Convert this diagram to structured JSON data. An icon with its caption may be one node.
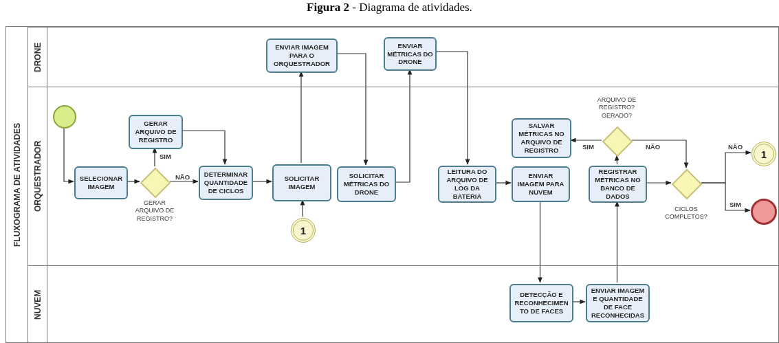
{
  "diagram": {
    "title": "**Figura 2** - Diagrama de atividades.",
    "nodes": [
      {
        "text": [
          "FLUXOGRAMA DE ATIVIDADES"
        ]
      },
      {
        "text": [
          "DRONE"
        ],
        "in": 0
      },
      {
        "text": [
          "ENVIAR IMAGEM PARA O ORQUESTRADOR"
        ],
        "in": 1
      },
      {
        "text": [
          "ENVIAR MÉTRICAS DO DRONE"
        ],
        "in": 1
      },
      {
        "text": [
          "ORQUESTRADOR"
        ],
        "in": 0
      },
      {
        "text": [],
        "shape": "circle",
        "in": 4
      },
      {
        "text": [
          "GERAR ARQUIVO DE REGISTRO"
        ],
        "in": 4
      },
      {
        "text": [
          "SELECIONAR IMAGEM"
        ],
        "in": 4
      },
      {
        "text": [
          "GERAR ARQUIVO DE REGISTRO?"
        ],
        "in": 4
      },
      {
        "text": [
          "DETERMINAR QUANTIDADE DE CICLOS"
        ],
        "in": 4
      },
      {
        "text": [
          "SOLICITAR IMAGEM"
        ],
        "in": 4
      },
      {
        "text": [
          "1"
        ],
        "in": 4
      },
      {
        "text": [
          "SOLICITAR MÉTRICAS DO DRONE"
        ],
        "in": 4
      },
      {
        "text": [
          "LEITURA DO ARQUIVO DE LOG DA BATERIA"
        ],
        "in": 4
      },
      {
        "text": [
          "ENVIAR IMAGEM PARA NUVEM"
        ],
        "in": 4
      },
      {
        "text": [
          "SALVAR MÉTRICAS NO ARQUIVO DE REGISTRO"
        ],
        "in": 4
      },
      {
        "text": [
          "ARQUIVO DE REGISTRO? GERADO?"
        ],
        "in": 4
      },
      {
        "text": [
          "REGISTRAR MÉTRICAS NO BANCO DE DADOS"
        ],
        "in": 4
      },
      {
        "text": [
          "CICLOS COMPLETOS?"
        ],
        "in": 4
      },
      {
        "text": [
          "1"
        ],
        "in": 4
      },
      {
        "text": [],
        "shape": "circle",
        "in": 4
      },
      {
        "text": [
          "NUVEM"
        ],
        "in": 0
      },
      {
        "text": [
          "DETECÇÃO E RECONHECIMEN TO DE FACES"
        ],
        "in": 21
      },
      {
        "text": [
          "ENVIAR IMAGEM E QUANTIDADE DE FACE RECONHECIDAS"
        ],
        "in": 21
      }
    ],
    "edges": [
      {
        "from": 5,
        "to": 7,
        "arrow": "to"
      },
      {
        "from": 7,
        "to": 8,
        "arrow": "to"
      },
      {
        "from": 8,
        "to": 6,
        "arrow": "to",
        "label": "SIM"
      },
      {
        "from": 8,
        "to": 9,
        "arrow": "to",
        "label": "NÃO"
      },
      {
        "from": 6,
        "to": 9,
        "arrow": "to"
      },
      {
        "from": 9,
        "to": 10,
        "arrow": "to"
      },
      {
        "from": 11,
        "to": 10,
        "arrow": "to"
      },
      {
        "from": 10,
        "to": 2,
        "arrow": "to"
      },
      {
        "from": 2,
        "to": 12,
        "arrow": "to"
      },
      {
        "from": 12,
        "to": 3,
        "arrow": "to"
      },
      {
        "from": 3,
        "to": 13,
        "arrow": "to"
      },
      {
        "from": 13,
        "to": 14,
        "arrow": "to"
      },
      {
        "from": 14,
        "to": 22,
        "arrow": "to"
      },
      {
        "from": 22,
        "to": 23,
        "arrow": "to"
      },
      {
        "from": 23,
        "to": 17,
        "arrow": "to"
      },
      {
        "from": 17,
        "to": 16,
        "arrow": "to"
      },
      {
        "from": 16,
        "to": 15,
        "arrow": "to",
        "label": "SIM"
      },
      {
        "from": 16,
        "to": 18,
        "arrow": "to",
        "label": "NÃO"
      },
      {
        "from": 17,
        "to": 18,
        "arrow": "to"
      },
      {
        "from": 18,
        "to": 19,
        "arrow": "to",
        "label": "NÃO"
      },
      {
        "from": 18,
        "to": 20,
        "arrow": "to",
        "label": "SIM"
      }
    ]
  }
}
